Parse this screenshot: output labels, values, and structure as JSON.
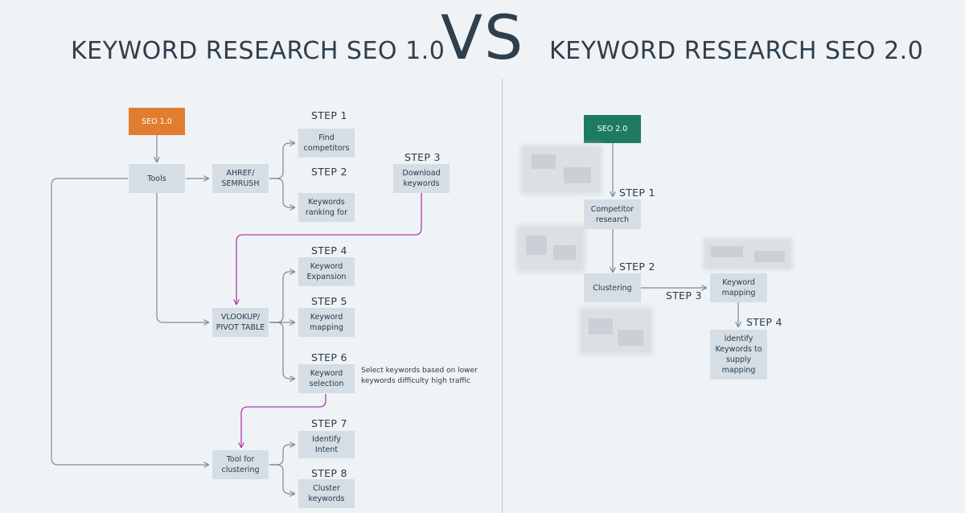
{
  "titles": {
    "left": "KEYWORD RESEARCH SEO 1.0",
    "vs": "VS",
    "right": "KEYWORD RESEARCH SEO 2.0"
  },
  "seo1": {
    "start": "SEO 1.0",
    "tools": "Tools",
    "ahref": "AHREF/\nSEMRUSH",
    "find_competitors": "Find competitors",
    "keywords_ranking": "Keywords ranking for",
    "download_keywords": "Download keywords",
    "vlookup": "VLOOKUP/\nPIVOT TABLE",
    "keyword_expansion": "Keyword Expansion",
    "keyword_mapping": "Keyword mapping",
    "keyword_selection": "Keyword selection",
    "selection_note": "Select keywords based on lower keywords difficulty high traffic",
    "tool_clustering": "Tool for clustering",
    "identify_intent": "Identify Intent",
    "cluster_keywords": "Cluster keywords",
    "steps": [
      "STEP 1",
      "STEP 2",
      "STEP 3",
      "STEP 4",
      "STEP 5",
      "STEP 6",
      "STEP 7",
      "STEP 8"
    ]
  },
  "seo2": {
    "start": "SEO 2.0",
    "competitor_research": "Competitor research",
    "clustering": "Clustering",
    "keyword_mapping": "Keyword mapping",
    "identify_keywords": "Identify Keywords to supply mapping",
    "steps": [
      "STEP 1",
      "STEP 2",
      "STEP 3",
      "STEP 4"
    ]
  },
  "colors": {
    "background": "#eff3f6",
    "box": "#d5dde5",
    "seo1_accent": "#e27d2f",
    "seo2_accent": "#1f7a62",
    "connector": "#7d8b97",
    "highlight_connector": "#b03cad"
  }
}
